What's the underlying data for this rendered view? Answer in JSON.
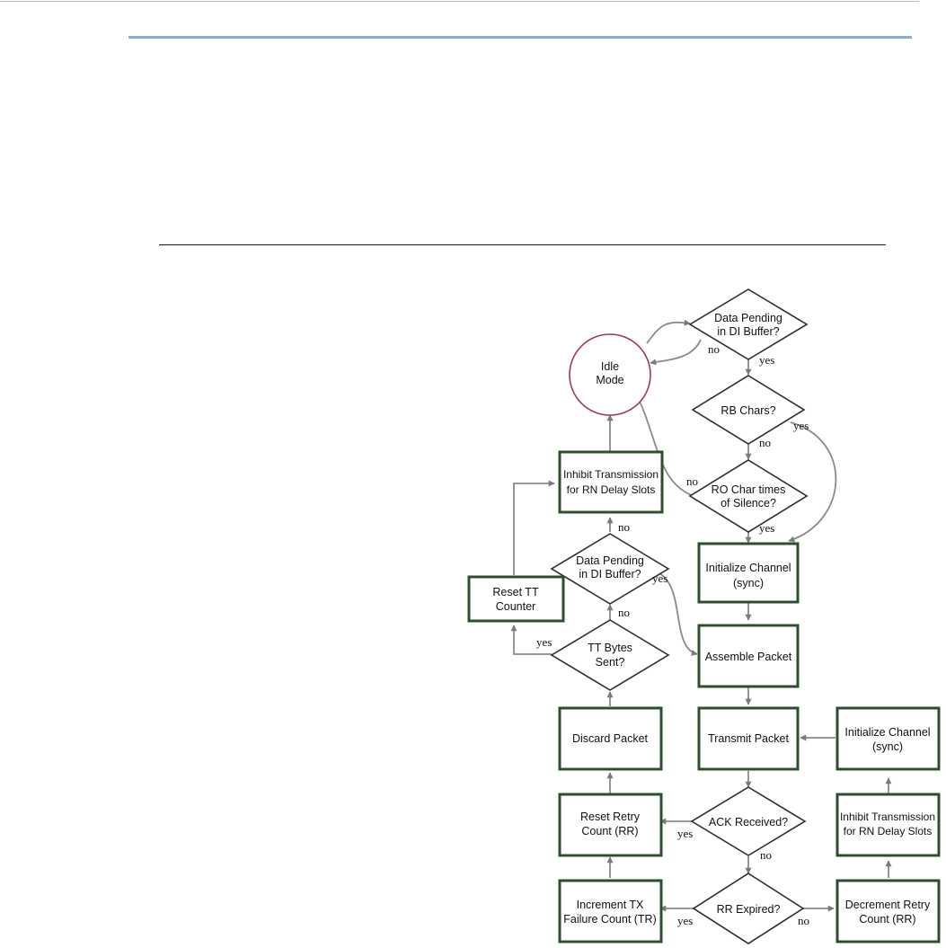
{
  "flowchart": {
    "nodes": {
      "idle": [
        "Idle",
        "Mode"
      ],
      "pending_top": [
        "Data Pending",
        "in DI Buffer?"
      ],
      "rb_chars": [
        "RB Chars?"
      ],
      "ro_char": [
        "RO Char times",
        "of Silence?"
      ],
      "inhibit_left": [
        "Inhibit Transmission",
        "for RN Delay Slots"
      ],
      "pending_left": [
        "Data Pending",
        "in DI Buffer?"
      ],
      "reset_tt": [
        "Reset TT",
        "Counter"
      ],
      "tt_bytes": [
        "TT Bytes",
        "Sent?"
      ],
      "init_channel_mid": [
        "Initialize Channel",
        "(sync)"
      ],
      "assemble": [
        "Assemble Packet"
      ],
      "discard": [
        "Discard Packet"
      ],
      "transmit": [
        "Transmit Packet"
      ],
      "init_channel_right": [
        "Initialize Channel",
        "(sync)"
      ],
      "reset_retry": [
        "Reset Retry",
        "Count (RR)"
      ],
      "ack": [
        "ACK Received?"
      ],
      "inhibit_right": [
        "Inhibit Transmission",
        "for RN Delay Slots"
      ],
      "increment_tx": [
        "Increment TX",
        "Failure Count (TR)"
      ],
      "rr_expired": [
        "RR Expired?"
      ],
      "decrement_retry": [
        "Decrement Retry",
        "Count (RR)"
      ]
    },
    "edge_labels": {
      "pending_top_no": "no",
      "pending_top_yes": "yes",
      "rb_chars_yes": "yes",
      "rb_chars_no": "no",
      "ro_char_no": "no",
      "ro_char_yes": "yes",
      "pending_left_no": "no",
      "pending_left_yes": "yes",
      "tt_bytes_no": "no",
      "tt_bytes_yes": "yes",
      "ack_yes": "yes",
      "ack_no": "no",
      "rr_expired_yes": "yes",
      "rr_expired_no": "no"
    }
  }
}
